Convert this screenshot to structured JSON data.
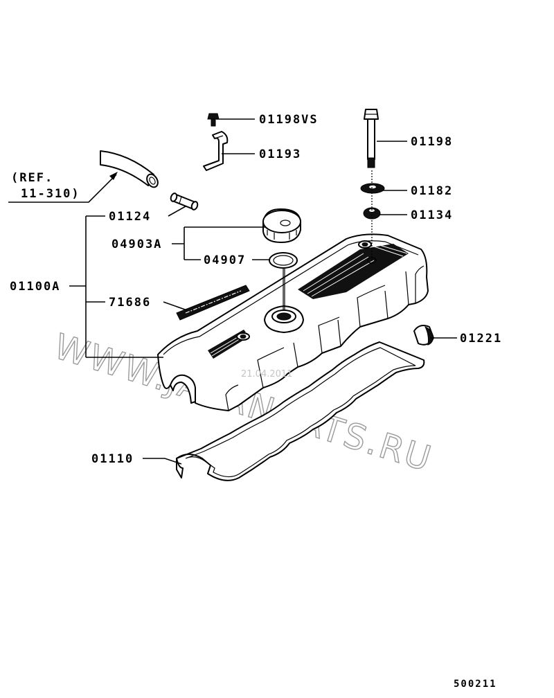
{
  "callouts": {
    "ref_line1": "(REF.",
    "ref_line2": "11-310)",
    "p01198VS": "01198VS",
    "p01193": "01193",
    "p01198": "01198",
    "p01182": "01182",
    "p01134": "01134",
    "p01124": "01124",
    "p04903A": "04903A",
    "p04907": "04907",
    "p01100A": "01100A",
    "p71686": "71686",
    "p01221": "01221",
    "p01110": "01110"
  },
  "diagram_code": "500211",
  "watermark": {
    "main": "WWW.JAPANCATS.RU",
    "stamp": "21.04.2011"
  }
}
